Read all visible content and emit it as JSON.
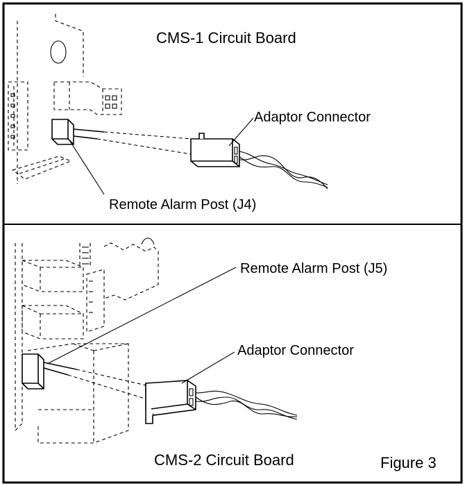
{
  "panels": {
    "top": {
      "title": "CMS-1 Circuit Board",
      "adaptor_label": "Adaptor Connector",
      "post_label": "Remote Alarm Post (J4)"
    },
    "bottom": {
      "title": "CMS-2 Circuit Board",
      "adaptor_label": "Adaptor Connector",
      "post_label": "Remote Alarm Post (J5)"
    }
  },
  "figure_caption": "Figure 3"
}
